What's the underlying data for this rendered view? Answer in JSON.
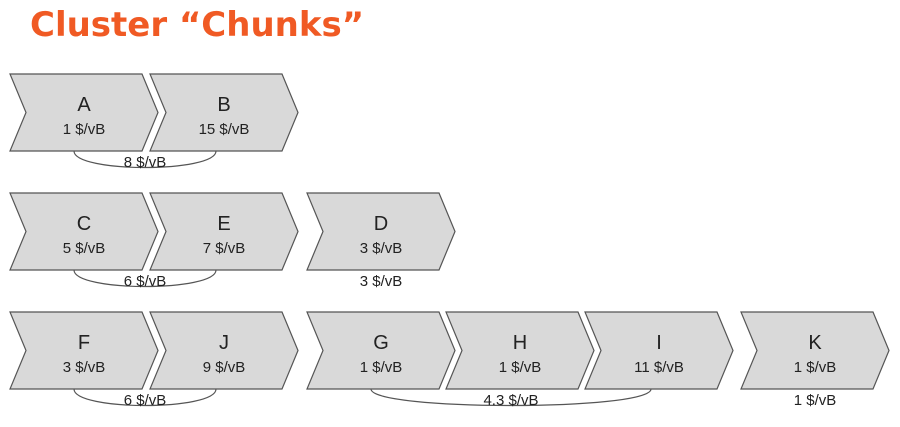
{
  "title": "Cluster “Chunks”",
  "nodes": [
    {
      "id": "A",
      "name": "A",
      "rate": "1 $/vB"
    },
    {
      "id": "B",
      "name": "B",
      "rate": "15 $/vB"
    },
    {
      "id": "C",
      "name": "C",
      "rate": "5 $/vB"
    },
    {
      "id": "E",
      "name": "E",
      "rate": "7 $/vB"
    },
    {
      "id": "D",
      "name": "D",
      "rate": "3 $/vB"
    },
    {
      "id": "F",
      "name": "F",
      "rate": "3 $/vB"
    },
    {
      "id": "J",
      "name": "J",
      "rate": "9 $/vB"
    },
    {
      "id": "G",
      "name": "G",
      "rate": "1 $/vB"
    },
    {
      "id": "H",
      "name": "H",
      "rate": "1 $/vB"
    },
    {
      "id": "I",
      "name": "I",
      "rate": "11 $/vB"
    },
    {
      "id": "K",
      "name": "K",
      "rate": "1 $/vB"
    }
  ],
  "chunks": [
    {
      "members": [
        "A",
        "B"
      ],
      "rate": "8 $/vB"
    },
    {
      "members": [
        "C",
        "E"
      ],
      "rate": "6 $/vB"
    },
    {
      "members": [
        "D"
      ],
      "rate": "3 $/vB"
    },
    {
      "members": [
        "F",
        "J"
      ],
      "rate": "6 $/vB"
    },
    {
      "members": [
        "G",
        "H",
        "I"
      ],
      "rate": "4.3 $/vB"
    },
    {
      "members": [
        "K"
      ],
      "rate": "1 $/vB"
    }
  ]
}
